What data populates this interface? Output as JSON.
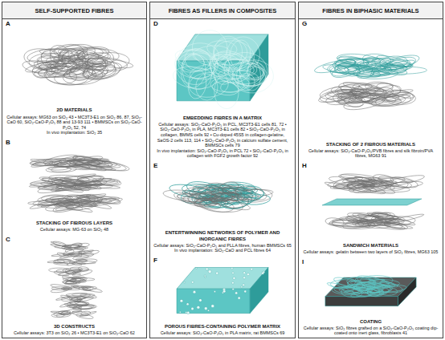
{
  "diagram": {
    "nodes": [
      {
        "text": [
          "SELF-SUPPORTED FIBRES"
        ]
      },
      {
        "text": [
          "A",
          "2D MATERIALS",
          "Cellular assays: MG63 on SiO₂ 43 • MC3T3-E1 on SiO₂ 86, 87, SiO₂-CaO 60, SiO₂-CaO-P₂O₅ 88 and 13-93 111 • BMMSCs on SiO₂-CaO-P₂O₅ 52, 74",
          "In vivo implantation: SiO₂ 35"
        ],
        "in": 0
      },
      {
        "text": [
          "B",
          "STACKING OF FIBROUS LAYERS",
          "Cellular assays: MG-63 on SiO₂ 48"
        ],
        "in": 0
      },
      {
        "text": [
          "C",
          "3D CONSTRUCTS",
          "Cellular assays: 3T3 on SiO₂ 26 • MC3T3-E1 on SiO₂-CaO 62"
        ],
        "in": 0
      },
      {
        "text": [
          "FIBRES AS FILLERS IN COMPOSITES"
        ]
      },
      {
        "text": [
          "D",
          "EMBEDDING FIBRES IN A MATRIX",
          "Cellular assays: SiO₂-CaO-P₂O₅ in PCL, MC3T3-E1 cells 81, 72 • SiO₂-CaO-P₂O₅ in PLA, MC3T3-E1 cells 82 • SiO₂-CaO-P₂O₅ in collagen, BMMS cells 92 • Cu-doped 45S5 in collagen-gelatine, SaOS-2 cells 113, 114 • SiO₂-CaO-P₂O₅ in calcium sulfate cement, BMMSCs cells 79",
          "In vivo implantation: SiO₂-CaO-P₂O₅ in PCL 72 • SiO₂-CaO-P₂O₅ in collagen with FGF2 growth factor 92"
        ],
        "in": 4
      },
      {
        "text": [
          "E",
          "ENTERTWINNING NETWORKS OF POLYMER AND INORGANIC FIBRES",
          "Cellular assays: SiO₂-CaO-P₂O₅ and PLLA fibres, human BMMSCs 65",
          "In vivo implantation: SiO₂-CaO and PCL fibres 64"
        ],
        "in": 4
      },
      {
        "text": [
          "F",
          "POROUS FIBRES-CONTAINING POLYMER MATRIX",
          "Cellular assays: SiO₂-CaO-P₂O₅ in PLA matrix, rat BMMSCs 69"
        ],
        "in": 4
      },
      {
        "text": [
          "FIBRES IN BIPHASIC MATERIALS"
        ]
      },
      {
        "text": [
          "G",
          "STACKING OF 2 FIBROUS MATERIALS",
          "Cellular assays: SiO₂-CaO-P₂O₅/PVB fibres and silk fibroin/PVA fibres, MG63 91"
        ],
        "in": 8
      },
      {
        "text": [
          "H",
          "SANDWICH MATERIALS",
          "Cellular assays: gelatin between two layers of SiO₂ fibres, MG63 105"
        ],
        "in": 8
      },
      {
        "text": [
          "I",
          "COATING",
          "Cellular assays: SiO₂ fibres grafted on a SiO₂-CaO-P₂O₅ coating dip-coated onto inert glass, fibroblasts 41"
        ],
        "in": 8
      }
    ]
  }
}
